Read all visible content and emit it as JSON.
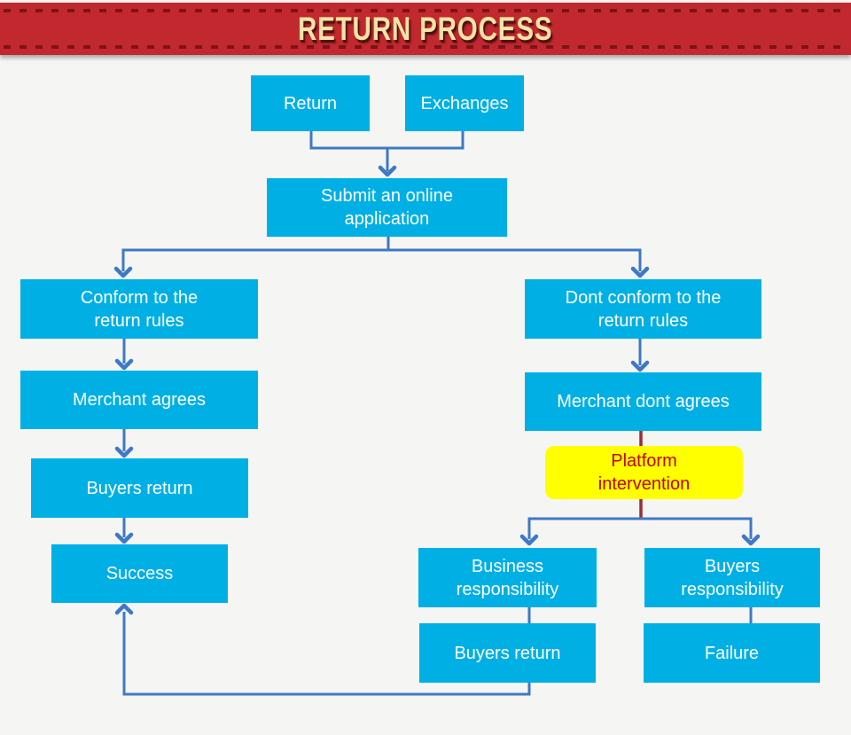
{
  "header": {
    "title": "RETURN PROCESS"
  },
  "colors": {
    "bg": "#f5f5f3",
    "banner": "#c2292e",
    "banner_dash": "#7b1416",
    "banner_title": "#f3e3a6",
    "box": "#00b0e4",
    "box_text": "#ffffff",
    "connector": "#3e79c6",
    "connector_red": "#9b2d31",
    "highlight": "#ffff00",
    "highlight_text": "#c00000"
  },
  "nodes": {
    "return": {
      "label": "Return"
    },
    "exchanges": {
      "label": "Exchanges"
    },
    "submit": {
      "label": "Submit an online\napplication"
    },
    "conform": {
      "label": "Conform to the\nreturn rules"
    },
    "dont_conform": {
      "label": "Dont conform to the\nreturn rules"
    },
    "merchant_agrees": {
      "label": "Merchant agrees"
    },
    "merchant_dont_agrees": {
      "label": "Merchant dont agrees"
    },
    "platform": {
      "label": "Platform\nintervention"
    },
    "buyers_return_left": {
      "label": "Buyers return"
    },
    "success": {
      "label": "Success"
    },
    "business_resp": {
      "label": "Business\nresponsibility"
    },
    "buyers_resp": {
      "label": "Buyers\nresponsibility"
    },
    "buyers_return_right": {
      "label": "Buyers return"
    },
    "failure": {
      "label": "Failure"
    }
  },
  "edges": [
    {
      "from": "return",
      "to": "submit"
    },
    {
      "from": "exchanges",
      "to": "submit"
    },
    {
      "from": "submit",
      "to": "conform"
    },
    {
      "from": "submit",
      "to": "dont_conform"
    },
    {
      "from": "conform",
      "to": "merchant_agrees"
    },
    {
      "from": "merchant_agrees",
      "to": "buyers_return_left"
    },
    {
      "from": "buyers_return_left",
      "to": "success"
    },
    {
      "from": "dont_conform",
      "to": "merchant_dont_agrees"
    },
    {
      "from": "merchant_dont_agrees",
      "to": "platform",
      "style": "red"
    },
    {
      "from": "platform",
      "to": "business_resp"
    },
    {
      "from": "platform",
      "to": "buyers_resp"
    },
    {
      "from": "business_resp",
      "to": "buyers_return_right"
    },
    {
      "from": "buyers_resp",
      "to": "failure"
    },
    {
      "from": "buyers_return_right",
      "to": "success",
      "style": "loop"
    }
  ]
}
